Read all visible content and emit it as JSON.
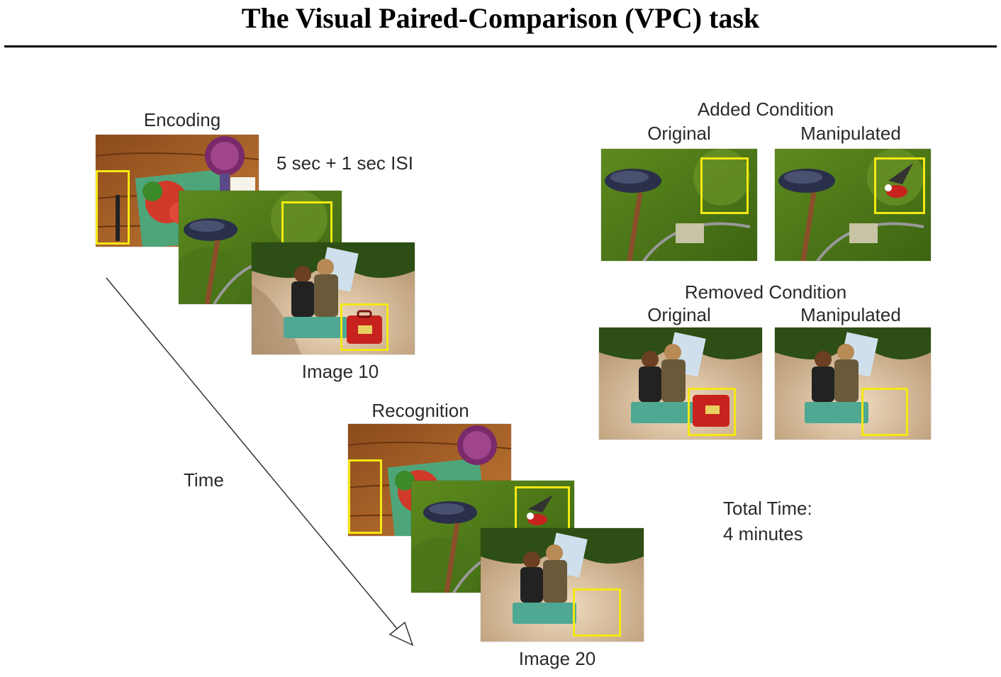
{
  "figure": {
    "title": "The Visual Paired-Comparison (VPC) task",
    "encoding": {
      "heading": "Encoding",
      "timing": "5 sec + 1 sec ISI",
      "caption": "Image 10"
    },
    "recognition": {
      "heading": "Recognition",
      "caption": "Image 20"
    },
    "time_label": "Time",
    "added": {
      "heading": "Added Condition",
      "original": "Original",
      "manipulated": "Manipulated"
    },
    "removed": {
      "heading": "Removed Condition",
      "original": "Original",
      "manipulated": "Manipulated"
    },
    "total_time": {
      "line1": "Total Time:",
      "line2": "4 minutes"
    },
    "highlight_color": "#f5e813"
  }
}
